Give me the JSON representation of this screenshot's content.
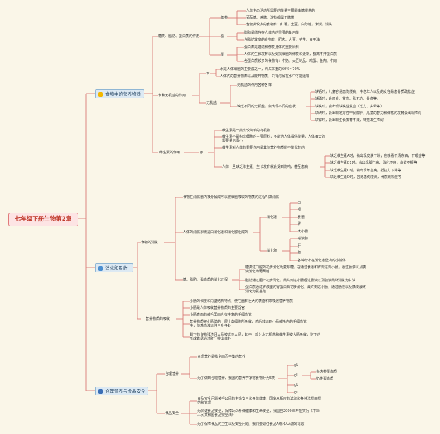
{
  "root": "七年级下册生物第2章",
  "s1": {
    "title": "食物中的营养物质",
    "b1": "糖类、脂肪、蛋白质的作用",
    "tang": "糖类",
    "tang_items": [
      "人体生命活动所需要的能量主要是由糖提供的",
      "葡萄糖、蔗糖、淀粉都属于糖类",
      "含糖类较多的食物有：红薯，土豆，白砂糖，米饭，馒头"
    ],
    "zhi": "脂",
    "zhi_items": [
      "脂肪是储存在人体内的重要的备用能",
      "含脂肪较多的食物有：肥肉、大豆、花生、食用油"
    ],
    "dan": "蛋",
    "dan_items": [
      "蛋白质是建造和修复身体的重要原料",
      "人体的生长发育以及受损细胞的修复和更新，都离不开蛋白质",
      "含蛋白质较多的食物有：牛奶、大豆制品、鸡蛋、鱼肉、牛肉"
    ],
    "b2": "水和无机盐的作用",
    "shui": "水",
    "shui_items": [
      "水是人体细胞的主要成之一，约占体重的60%~70%",
      "人体内的营养物质以及废弃物质，只有溶解在水中才能运输"
    ],
    "wjy": "无机盐",
    "wjy_items": [
      "无机盐的作用各种各样",
      "缺乏不同的无机盐，会出现不同的症状"
    ],
    "wjy_sub": [
      "缺钙时，儿童容易患佝偻病，中老年人以及的女容易患骨质疏松症",
      "缺磷时，会厌食、贫血、肌无力、骨痛等。",
      "缺铁时，会出现缺铁性贫血（乏力、头晕等）",
      "缺碘时，会出现地方性甲状腺肿，儿童的智力和体格的发育会出现障碍",
      "缺锌时，会出现生长发育不良，味觉发生障碍"
    ],
    "b3": "维生素的作用",
    "gang": "gL",
    "wss_items": [
      "维生素是一类比较简单的有机物",
      "维生素不是构成细胞的主要原料，不能为人体提供能量，人体每天的需要量也很小",
      "维生素对人体的重要作用是其他营养物质所不能代替的",
      "人体一旦缺乏维生素，生长发育就会受到影响，甚至患病"
    ],
    "wss_sub": [
      "缺乏维生素A时，会出现皮肤干燥，夜晚看不清东西，干眼症等",
      "缺乏维生素B1时，会出现脚气病、消化不良，食欲不振等",
      "缺乏维生素C时，会出现坏血病，抵抗力下降等",
      "缺乏维生素D时，容易患佝偻病，骨质疏松症等"
    ]
  },
  "s2": {
    "title": "消化和吸收",
    "b1": "食物的消化",
    "xh_top": "食物在消化道内被分解成可以被细胞吸收的物质的过程叫做消化",
    "xh_sys": "人体的消化系统是由消化道和消化腺组成的",
    "xhd": "消化道",
    "xhd_items": [
      "口",
      "咽",
      "食道",
      "胃",
      "大小肠"
    ],
    "xhx": "消化腺",
    "xhx_items": [
      "唾液腺",
      "肝",
      "胰",
      "各种分布在消化道壁内的小腺体"
    ],
    "xh_fat": "糖、脂肪、蛋白质的消化过程",
    "fat_items": [
      "糖类过口腔的初步消化为麦芽糖，在通过食道和胃到达到小肠，通过肠液以及胰液消化为葡萄糖",
      "脂肪通过胆汁初步乳化，最终到达小肠经过肠液以及胰液最终消化为甘油",
      "蛋白质通过胃液里的胃蛋白酶初步消化，最终到达小肠，通过肠液以及胰液最终消化为氨基酸"
    ],
    "b2": "营养物质的吸收",
    "xs_items": [
      "小肠的长度和内壁结构特点，使它面有巨大的表面积来吸收营养物质",
      "小肠是人体吸收营养物质的主要器官",
      "小肠表面的绒毛里面含有丰富的毛细血管",
      "营养物质被小肠壁的一层上皮细胞所吸收，然后转运到小肠绒毛内的毛细血管中，随着血液运往全身各处",
      "剩下的食物残渣经大肠被送到大肠，其中一部分水无机盐和维生素被大肠吸收，剩下的形成粪便通过肛门排出体外"
    ]
  },
  "s3": {
    "title": "合理营养与食品安全",
    "b1": "合理营养",
    "hl_items": [
      "合理营养是指全面而平衡的营养",
      "为了做到合理营养，我国的营养学家将食物分为5类"
    ],
    "g_labels": [
      "gL",
      "gL",
      "gL",
      "gL"
    ],
    "g_sub": [
      "鱼肉类蛋白质",
      "奶类蛋白质"
    ],
    "b2": "食品安全",
    "sp_items": [
      "食品安全问题关乎公民的生命安全和身体健康，国家从相应的法律和各种法规来规范和管理",
      "为保证食品安全，保障公众身体健康和生命安全，我国自2009年开始实行《中华人民共和国食品安全法》",
      "为了保障食品的卫生以及安全问题，我们要记住食品A级和AA级的标志"
    ]
  }
}
